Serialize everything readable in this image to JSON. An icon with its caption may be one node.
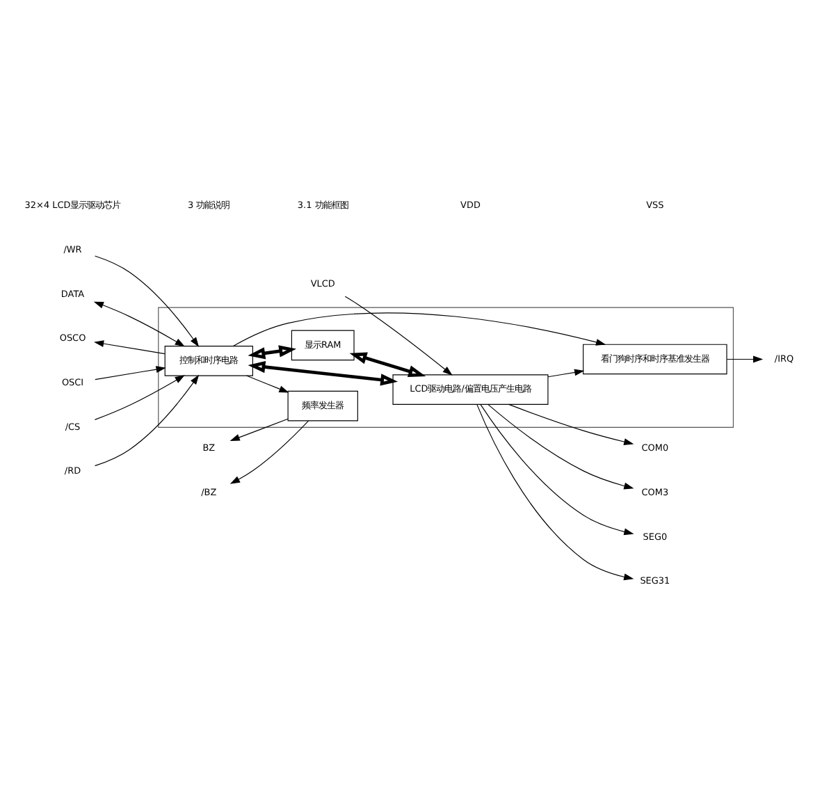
{
  "diagram": {
    "nodes": [
      {
        "text": [],
        "shape": "box"
      },
      {
        "text": [
          "控制和时序电路"
        ],
        "in": 0
      },
      {
        "text": [
          "显示RAM"
        ],
        "in": 0
      },
      {
        "text": [
          "LCD驱动电路/偏置电压产生电路"
        ],
        "in": 0
      },
      {
        "text": [
          "频率发生器"
        ],
        "in": 0
      },
      {
        "text": [
          "看门狗时序和时序基准发生器"
        ],
        "in": 0
      },
      {
        "text": [
          "OSCO"
        ]
      },
      {
        "text": [
          "OSCI"
        ]
      },
      {
        "text": [
          "/CS"
        ]
      },
      {
        "text": [
          "/RD"
        ]
      },
      {
        "text": [
          "/WR"
        ]
      },
      {
        "text": [
          "DATA"
        ]
      },
      {
        "text": [
          "BZ"
        ]
      },
      {
        "text": [
          "/BZ"
        ]
      },
      {
        "text": [
          "COM0"
        ]
      },
      {
        "text": [
          "COM3"
        ]
      },
      {
        "text": [
          "SEG0"
        ]
      },
      {
        "text": [
          "SEG31"
        ]
      },
      {
        "text": [
          "VLCD"
        ]
      },
      {
        "text": [
          "/IRQ"
        ]
      }
    ],
    "edges": [
      {
        "from": 1,
        "to": 6,
        "arrow": "to"
      },
      {
        "from": 7,
        "to": 1,
        "arrow": "to"
      },
      {
        "from": 8,
        "to": 1,
        "arrow": "to"
      },
      {
        "from": 9,
        "to": 1,
        "arrow": "to"
      },
      {
        "from": 10,
        "to": 1,
        "arrow": "to"
      },
      {
        "from": 11,
        "to": 1,
        "arrow": "both"
      },
      {
        "from": 1,
        "to": 4,
        "arrow": "to"
      },
      {
        "from": 4,
        "to": 12,
        "arrow": "to"
      },
      {
        "from": 4,
        "to": 13,
        "arrow": "to"
      },
      {
        "from": 1,
        "to": 2,
        "arrow": "both",
        "style": "thick"
      },
      {
        "from": 2,
        "to": 3,
        "arrow": "both",
        "style": "thick"
      },
      {
        "from": 1,
        "to": 3,
        "arrow": "both",
        "style": "thick"
      },
      {
        "from": 3,
        "to": 14,
        "arrow": "to"
      },
      {
        "from": 3,
        "to": 15,
        "arrow": "to"
      },
      {
        "from": 3,
        "to": 16,
        "arrow": "to"
      },
      {
        "from": 3,
        "to": 17,
        "arrow": "to"
      },
      {
        "from": 18,
        "to": 3,
        "arrow": "to"
      },
      {
        "from": 3,
        "to": 5,
        "arrow": "to"
      },
      {
        "from": 1,
        "to": 5,
        "arrow": "to"
      },
      {
        "from": 5,
        "to": 19,
        "arrow": "to"
      }
    ],
    "labels": [
      "32×4 LCD显示驱动芯片",
      "3 功能说明",
      "3.1 功能框图",
      "VDD",
      "VSS"
    ]
  }
}
